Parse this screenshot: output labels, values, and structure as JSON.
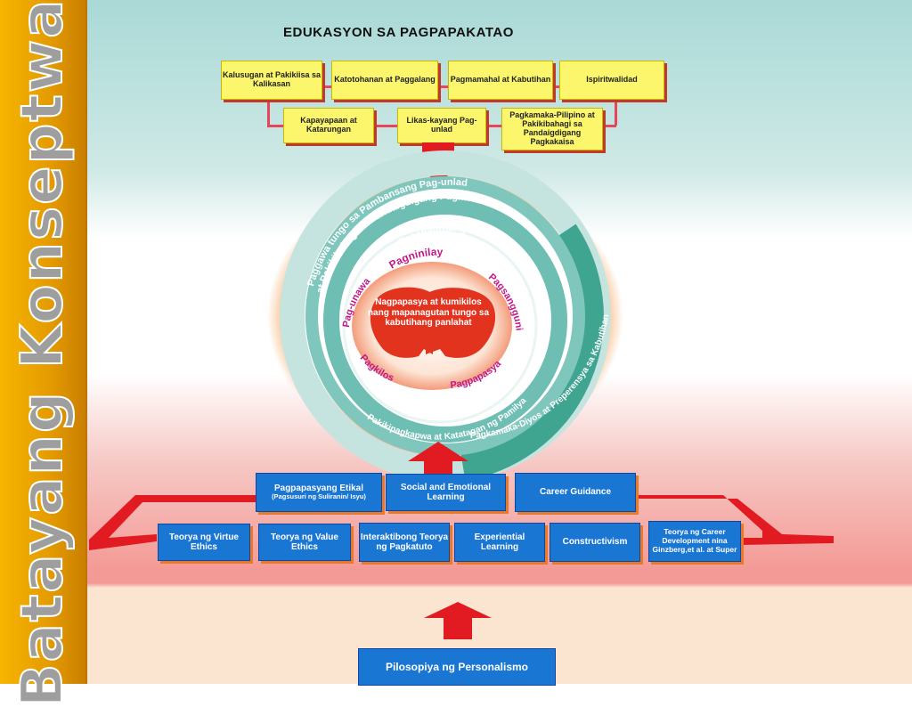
{
  "side_title": "Batayang Konseptwal",
  "main_title": "EDUKASYON SA PAGPAPAKATAO",
  "top_row": [
    "Kalusugan at Pakikiisa sa Kalikasan",
    "Katotohanan at Paggalang",
    "Pagmamahal at Kabutihan",
    "Ispiritwalidad"
  ],
  "second_row": [
    "Kapayapaan at Katarungan",
    "Likas-kayang Pag-unlad",
    "Pagkamaka-Pilipino at Pakikibahagi sa Pandaigdigang Pagkakaisa"
  ],
  "outer_ring": {
    "line1": "Paggawa tungo sa Pambansang Pag-unlad",
    "line2": "at Pakikibahagi sa Pandaigdigang Pagkakaisa",
    "right": "Pagkamaka-Diyos at Preperensya sa Kabutihan"
  },
  "middle_ring": {
    "top": "Pananagutang Pansarili",
    "bottom": "Pakikipagkapwa at Katatagan ng Pamilya"
  },
  "inner_words": {
    "top": "Pagninilay",
    "left": "Pag-unawa",
    "right": "Pagsangguni",
    "bottom_left": "Pagkilos",
    "bottom_right": "Pagpapasya"
  },
  "center_text": "Nagpapasya at kumikilos nang mapanagutan tungo sa kabutihang panlahat",
  "upper_blue": [
    {
      "label": "Pagpapasyang Etikal",
      "sub": "(Pagsusuri ng Suliranin/ Isyu)"
    },
    {
      "label": "Social and Emotional Learning",
      "sub": ""
    },
    {
      "label": "Career Guidance",
      "sub": ""
    }
  ],
  "lower_blue": [
    "Teorya ng Virtue Ethics",
    "Teorya ng Value Ethics",
    "Interaktibong Teorya ng Pagkatuto",
    "Experiential Learning",
    "Constructivism",
    "Teorya ng Career Development nina Ginzberg,et al. at Super"
  ],
  "foundation": "Pilosopiya ng Personalismo",
  "colors": {
    "side_bar": "#f0a800",
    "yellow_box": "#fbf66b",
    "blue_box": "#1976d2",
    "arrow_red": "#e21b23",
    "connector": "#e8455a",
    "ring_teal": "#5bb8ad",
    "inner_word": "#c2188a"
  }
}
